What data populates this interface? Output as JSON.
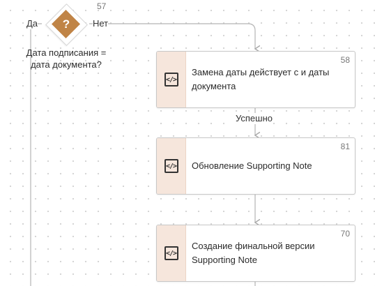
{
  "decision": {
    "id": "57",
    "icon": "question-icon",
    "glyph": "?",
    "text": "Дата подписания = дата документа?",
    "yes_label": "Да",
    "no_label": "Нет",
    "accent": "#c08446"
  },
  "nodes": [
    {
      "id": "58",
      "icon": "code-icon",
      "title": "Замена даты действует с и даты документа"
    },
    {
      "id": "81",
      "icon": "code-icon",
      "title": "Обновление Supporting Note"
    },
    {
      "id": "70",
      "icon": "code-icon",
      "title": "Создание финальной версии Supporting Note"
    }
  ],
  "connectors": {
    "success_label": "Успешно"
  },
  "colors": {
    "card_strip": "#f6e6dc",
    "wire": "#b5b5b5"
  }
}
